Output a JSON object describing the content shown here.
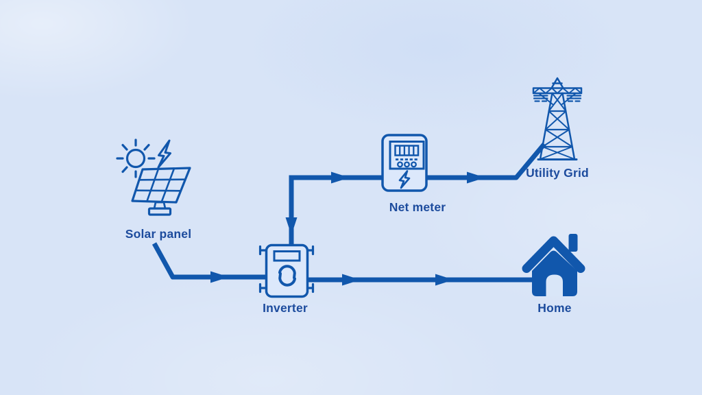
{
  "diagram": {
    "type": "flow",
    "subject": "solar net metering system",
    "nodes": [
      {
        "id": "solar-panel",
        "label": "Solar panel"
      },
      {
        "id": "inverter",
        "label": "Inverter"
      },
      {
        "id": "net-meter",
        "label": "Net meter"
      },
      {
        "id": "utility-grid",
        "label": "Utility Grid"
      },
      {
        "id": "home",
        "label": "Home"
      }
    ],
    "edges": [
      {
        "from": "solar-panel",
        "to": "inverter",
        "shape": "diagonal-then-horizontal",
        "arrowheads": 1
      },
      {
        "from": "inverter",
        "to": "net-meter",
        "shape": "vertical-then-horizontal",
        "arrowheads": 2,
        "bidirectional": true
      },
      {
        "from": "net-meter",
        "to": "utility-grid",
        "shape": "horizontal-then-diagonal",
        "arrowheads": 1
      },
      {
        "from": "inverter",
        "to": "home",
        "shape": "horizontal",
        "arrowheads": 2
      }
    ]
  },
  "theme": {
    "background": "#d8e4f7",
    "stroke": "#1157ac",
    "text": "#1c4b9d",
    "icon_fill": "#dce8fb"
  }
}
